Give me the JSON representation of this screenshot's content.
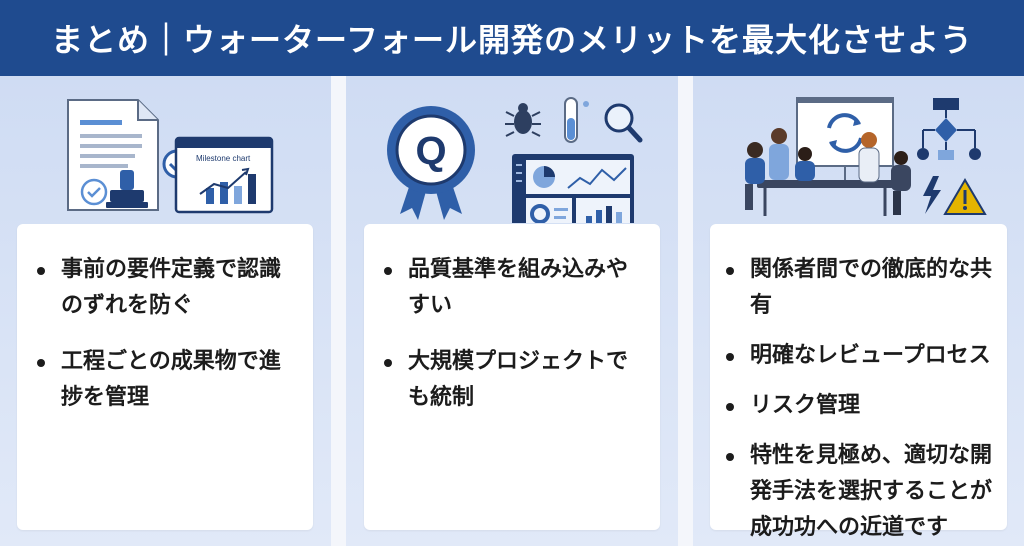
{
  "header": {
    "title": "まとめ｜ウォーターフォール開発のメリットを最大化させよう"
  },
  "columns": [
    {
      "illustration_label": "Milestone chart",
      "points": [
        "事前の要件定義で認識のずれを防ぐ",
        "工程ごとの成果物で進捗を管理"
      ]
    },
    {
      "illustration_badge": "Q",
      "points": [
        "品質基準を組み込みやすい",
        "大規模プロジェクトでも統制"
      ]
    },
    {
      "points": [
        "関係者間での徹底的な共有",
        "明確なレビュープロセス",
        "リスク管理",
        "特性を見極め、適切な開発手法を選択することが成功功への近道です"
      ]
    }
  ],
  "colors": {
    "header": "#1f4b8f",
    "accent": "#2f5fa8",
    "navy": "#1e3a6e",
    "warning": "#e4b400"
  }
}
